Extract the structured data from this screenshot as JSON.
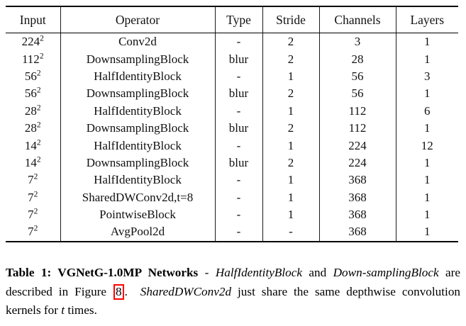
{
  "table": {
    "columns": [
      "Input",
      "Operator",
      "Type",
      "Stride",
      "Channels",
      "Layers"
    ],
    "rows": [
      {
        "input_base": "224",
        "input_exp": "2",
        "operator": "Conv2d",
        "type": "-",
        "stride": "2",
        "channels": "3",
        "layers": "1"
      },
      {
        "input_base": "112",
        "input_exp": "2",
        "operator": "DownsamplingBlock",
        "type": "blur",
        "stride": "2",
        "channels": "28",
        "layers": "1"
      },
      {
        "input_base": "56",
        "input_exp": "2",
        "operator": "HalfIdentityBlock",
        "type": "-",
        "stride": "1",
        "channels": "56",
        "layers": "3"
      },
      {
        "input_base": "56",
        "input_exp": "2",
        "operator": "DownsamplingBlock",
        "type": "blur",
        "stride": "2",
        "channels": "56",
        "layers": "1"
      },
      {
        "input_base": "28",
        "input_exp": "2",
        "operator": "HalfIdentityBlock",
        "type": "-",
        "stride": "1",
        "channels": "112",
        "layers": "6"
      },
      {
        "input_base": "28",
        "input_exp": "2",
        "operator": "DownsamplingBlock",
        "type": "blur",
        "stride": "2",
        "channels": "112",
        "layers": "1"
      },
      {
        "input_base": "14",
        "input_exp": "2",
        "operator": "HalfIdentityBlock",
        "type": "-",
        "stride": "1",
        "channels": "224",
        "layers": "12"
      },
      {
        "input_base": "14",
        "input_exp": "2",
        "operator": "DownsamplingBlock",
        "type": "blur",
        "stride": "2",
        "channels": "224",
        "layers": "1"
      },
      {
        "input_base": "7",
        "input_exp": "2",
        "operator": "HalfIdentityBlock",
        "type": "-",
        "stride": "1",
        "channels": "368",
        "layers": "1"
      },
      {
        "input_base": "7",
        "input_exp": "2",
        "operator": "SharedDWConv2d,t=8",
        "type": "-",
        "stride": "1",
        "channels": "368",
        "layers": "1"
      },
      {
        "input_base": "7",
        "input_exp": "2",
        "operator": "PointwiseBlock",
        "type": "-",
        "stride": "1",
        "channels": "368",
        "layers": "1"
      },
      {
        "input_base": "7",
        "input_exp": "2",
        "operator": "AvgPool2d",
        "type": "-",
        "stride": "-",
        "channels": "368",
        "layers": "1"
      }
    ]
  },
  "caption": {
    "label": "Table 1",
    "colon": ": ",
    "title": "VGNetG-1.0MP Networks",
    "sep1": " - ",
    "term1": "HalfIdentityBlock",
    "and": " and ",
    "term2_part1": "Down-",
    "term2_part2": "samplingBlock",
    "text1": " are described in Figure ",
    "ref": "8",
    "text2": ". ",
    "term3": "SharedDWConv2d",
    "text3": " just share the same depthwise convolution kernels for ",
    "term4": "t",
    "text4": " times."
  },
  "colors": {
    "rule": "#000000",
    "separator": "#1a1a1a",
    "reference_box": "#ff0000",
    "text": "#000000",
    "background": "#ffffff"
  }
}
